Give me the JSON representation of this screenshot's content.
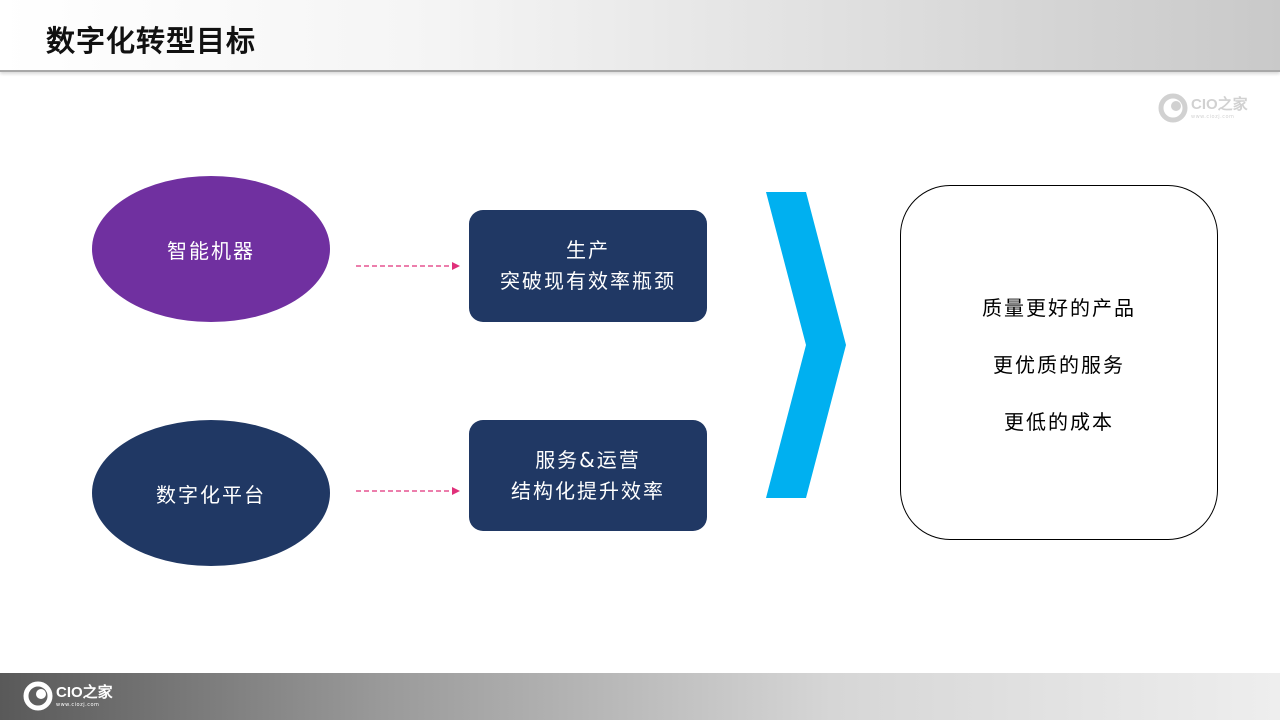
{
  "header": {
    "title": "数字化转型目标"
  },
  "branding": {
    "name": "CIO之家",
    "url": "www.ciozj.com"
  },
  "inputs": [
    {
      "label": "智能机器",
      "color": "#7030a0"
    },
    {
      "label": "数字化平台",
      "color": "#203864"
    }
  ],
  "outputs": [
    {
      "lines": [
        "生产",
        "突破现有效率瓶颈"
      ]
    },
    {
      "lines": [
        "服务&运营",
        "结构化提升效率"
      ]
    }
  ],
  "results": {
    "items": [
      "质量更好的产品",
      "更优质的服务",
      "更低的成本"
    ]
  },
  "colors": {
    "arrow_dashed": "#e0307a",
    "chevron": "#00b0f0",
    "box_fill": "#203864"
  }
}
